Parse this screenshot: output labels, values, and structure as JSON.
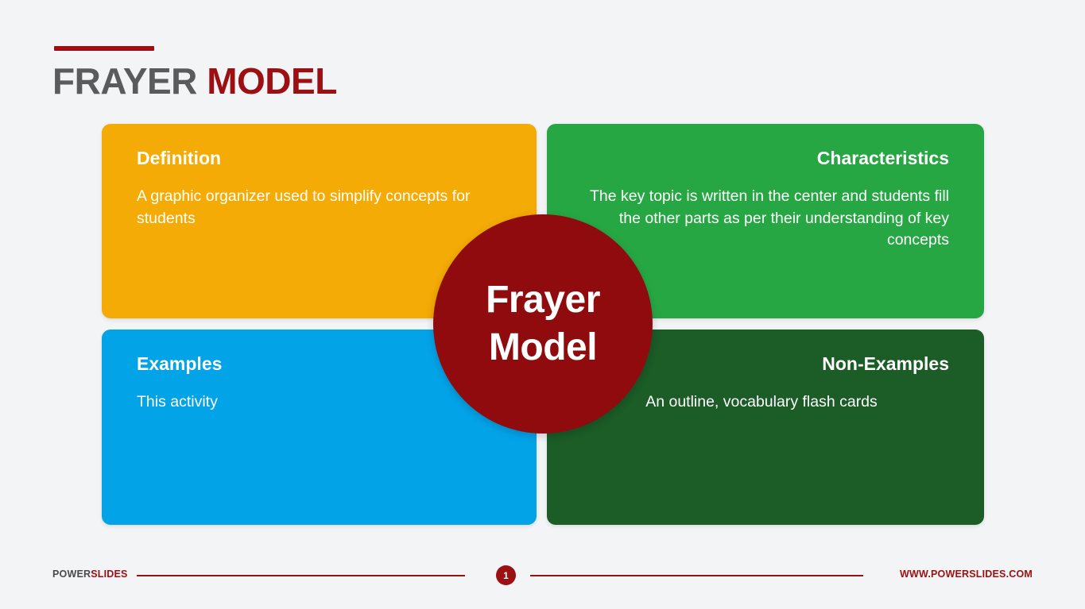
{
  "slide": {
    "title_part1": "FRAYER ",
    "title_part2": "MODEL",
    "background_color": "#f2f4f6",
    "accent_color": "#9c0f12"
  },
  "center": {
    "line1": "Frayer",
    "line2": "Model",
    "color": "#900b0e"
  },
  "quadrants": [
    {
      "key": "definition",
      "title": "Definition",
      "body": "A graphic organizer used to simplify concepts for students",
      "color": "#f5ab05",
      "align": "left"
    },
    {
      "key": "characteristics",
      "title": "Characteristics",
      "body": "The key topic is written in the center and students fill the other parts as per their understanding of key concepts",
      "color": "#27a744",
      "align": "right"
    },
    {
      "key": "examples",
      "title": "Examples",
      "body": "This activity",
      "color": "#03a3e8",
      "align": "left"
    },
    {
      "key": "non_examples",
      "title": "Non-Examples",
      "body": "An outline, vocabulary flash cards",
      "color": "#1b5c27",
      "align": "right"
    }
  ],
  "footer": {
    "brand_part1": "POWER",
    "brand_part2": "SLIDES",
    "page_number": "1",
    "website": "WWW.POWERSLIDES.COM"
  }
}
